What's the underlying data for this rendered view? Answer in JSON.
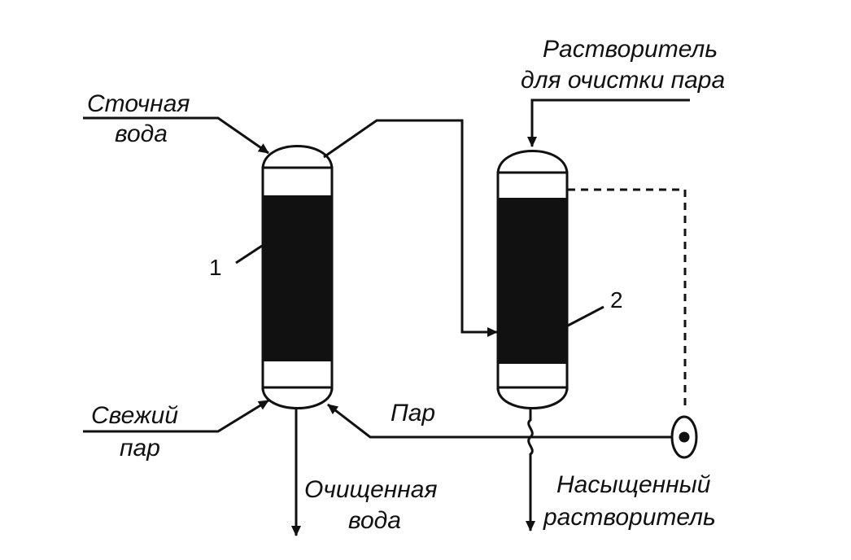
{
  "labels": {
    "waste_water": [
      "Сточная",
      "вода"
    ],
    "fresh_steam": [
      "Свежий",
      "пар"
    ],
    "purified_water": [
      "Очищенная",
      "вода"
    ],
    "steam": "Пар",
    "solvent_in": [
      "Растворитель",
      "для очистки пара"
    ],
    "saturated_solvent": [
      "Насыщенный",
      "растворитель"
    ]
  },
  "column_numbers": [
    "1",
    "2"
  ]
}
